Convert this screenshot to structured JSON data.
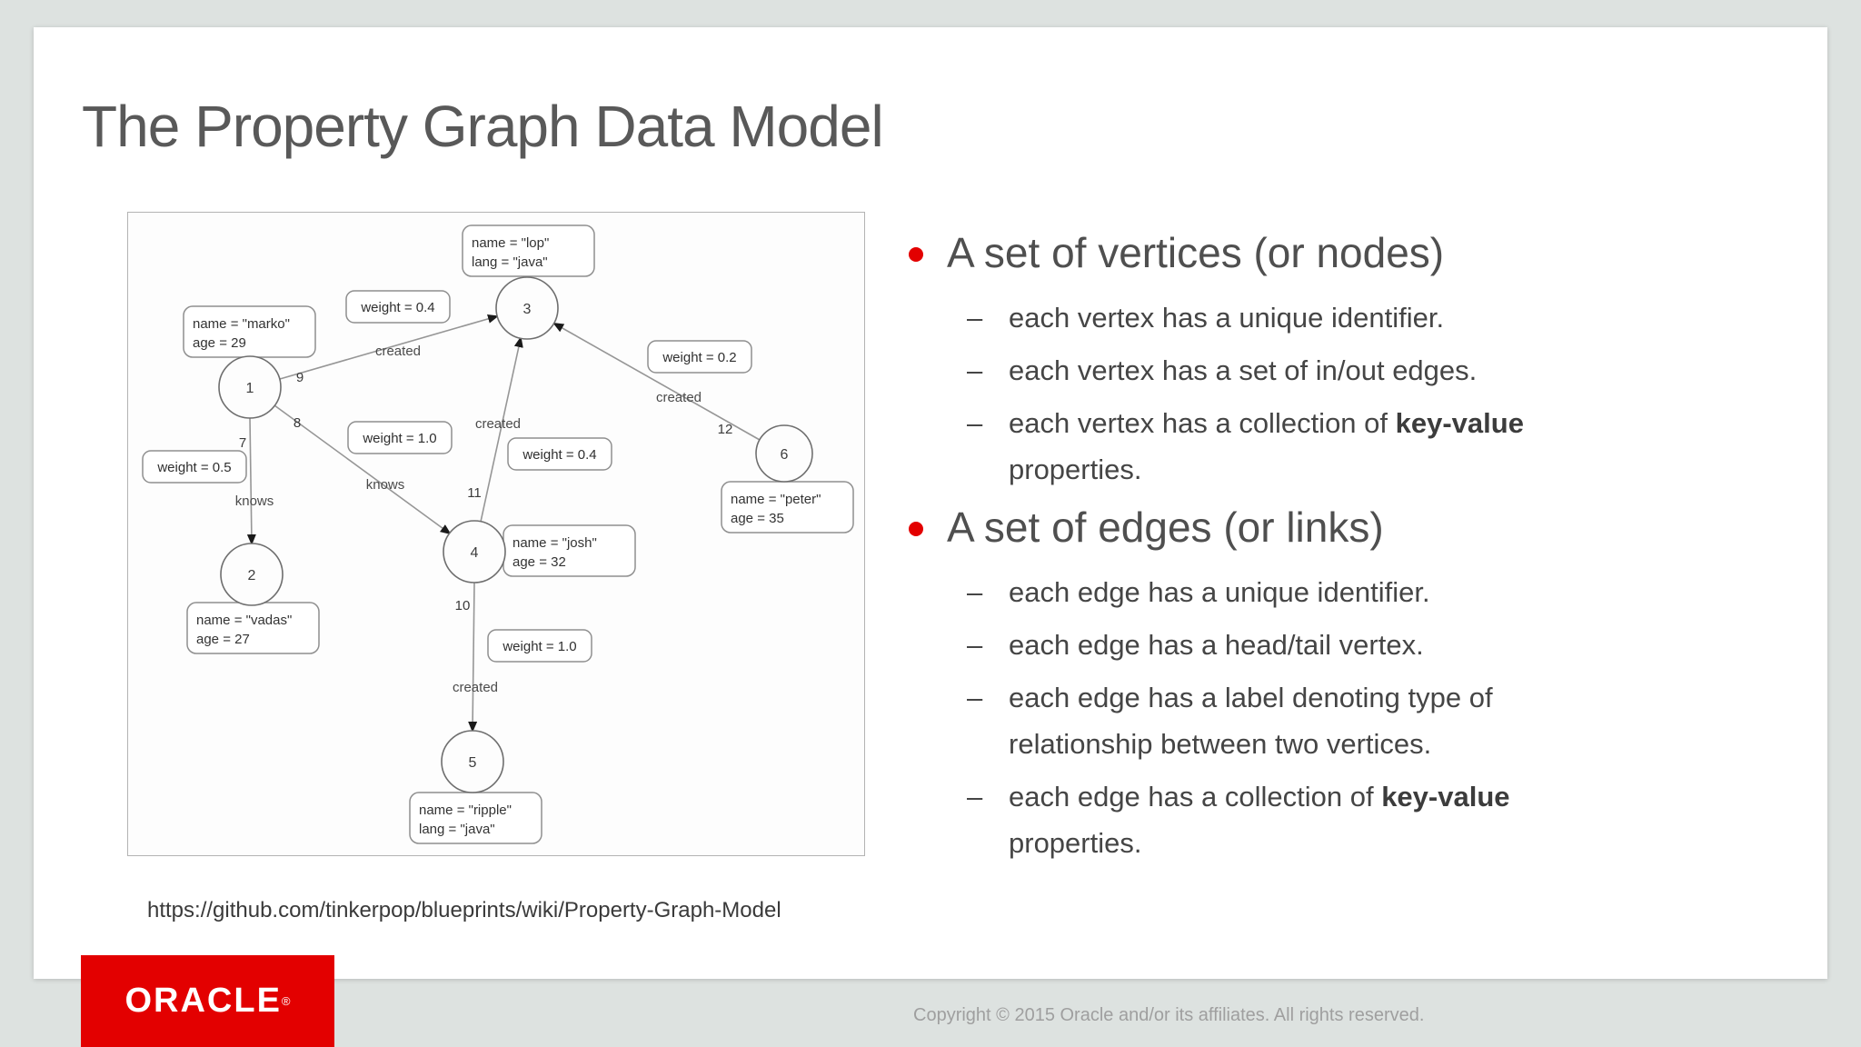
{
  "slide": {
    "title": "The Property Graph Data Model",
    "source_url": "https://github.com/tinkerpop/blueprints/wiki/Property-Graph-Model"
  },
  "lists": {
    "marker": "–",
    "groups": [
      {
        "heading": "A set of vertices (or nodes)",
        "items": [
          {
            "l1": "each vertex has a unique identifier.",
            "l1b": "",
            "l2": ""
          },
          {
            "l1": "each vertex has a set of in/out edges.",
            "l1b": "",
            "l2": ""
          },
          {
            "l1": "each vertex has a collection of ",
            "l1b": "key-value",
            "l2": "properties."
          }
        ]
      },
      {
        "heading": "A set of edges (or links)",
        "items": [
          {
            "l1": "each edge has a unique identifier.",
            "l1b": "",
            "l2": ""
          },
          {
            "l1": "each edge has a head/tail vertex.",
            "l1b": "",
            "l2": ""
          },
          {
            "l1": "each edge has a label denoting type of",
            "l1b": "",
            "l2": "relationship between two vertices."
          },
          {
            "l1": "each edge has a collection of ",
            "l1b": "key-value",
            "l2": "properties."
          }
        ]
      }
    ]
  },
  "diagram": {
    "nodes": {
      "n1": "1",
      "n2": "2",
      "n3": "3",
      "n4": "4",
      "n5": "5",
      "n6": "6"
    },
    "boxes": {
      "lop": {
        "line1": "name = \"lop\"",
        "line2": "lang = \"java\""
      },
      "marko": {
        "line1": "name = \"marko\"",
        "line2": "age = 29"
      },
      "vadas": {
        "line1": "name = \"vadas\"",
        "line2": "age = 27"
      },
      "josh": {
        "line1": "name = \"josh\"",
        "line2": "age = 32"
      },
      "peter": {
        "line1": "name = \"peter\"",
        "line2": "age = 35"
      },
      "ripple": {
        "line1": "name = \"ripple\"",
        "line2": "lang = \"java\""
      },
      "w04_top": "weight = 0.4",
      "w02": "weight = 0.2",
      "w10_mid": "weight = 1.0",
      "w04_mid": "weight = 0.4",
      "w05": "weight = 0.5",
      "w10_bottom": "weight = 1.0"
    },
    "edges": {
      "e7": {
        "id": "7",
        "label": "knows"
      },
      "e8": {
        "id": "8",
        "label": "knows"
      },
      "e9": {
        "id": "9",
        "label": "created"
      },
      "e10": {
        "id": "10",
        "label": "created"
      },
      "e11": {
        "id": "11",
        "label": "created"
      },
      "e12": {
        "id": "12",
        "label": "created"
      }
    }
  },
  "footer": {
    "logo_text": "ORACLE",
    "logo_reg": "®",
    "copyright": "Copyright © 2015 Oracle and/or its affiliates. All rights reserved."
  },
  "colors": {
    "accent_red": "#e30000",
    "title_gray": "#595959",
    "page_bg": "#dde2e0"
  }
}
